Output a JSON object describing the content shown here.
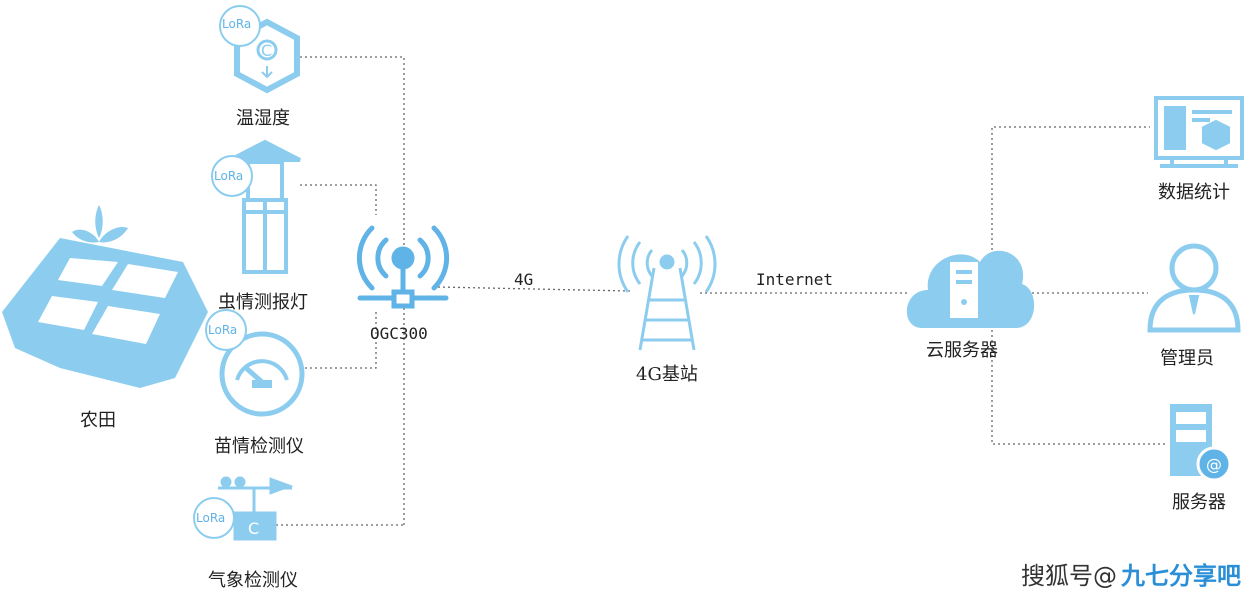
{
  "colors": {
    "icon_blue": "#8ccdef",
    "icon_blue_dark": "#5fb3e6",
    "line": "#666666"
  },
  "devices": {
    "farmland": {
      "label": "农田",
      "icon": "farmland-icon"
    },
    "temp_humidity": {
      "label": "温湿度",
      "badge": "LoRa",
      "icon": "thermometer-hexagon-icon"
    },
    "insect_lamp": {
      "label": "虫情测报灯",
      "badge": "LoRa",
      "icon": "insect-lamp-icon"
    },
    "seedling_monitor": {
      "label": "苗情检测仪",
      "badge": "LoRa",
      "icon": "gauge-icon"
    },
    "weather_monitor": {
      "label": "气象检测仪",
      "badge": "LoRa",
      "icon": "weather-station-icon"
    }
  },
  "gateway": {
    "label": "OGC300",
    "icon": "gateway-antenna-icon"
  },
  "links": {
    "to_base": "4G",
    "to_cloud": "Internet"
  },
  "base_station": {
    "label": "4G基站",
    "icon": "cell-tower-icon"
  },
  "cloud": {
    "label": "云服务器",
    "icon": "cloud-server-icon"
  },
  "clients": {
    "stats": {
      "label": "数据统计",
      "icon": "monitor-icon"
    },
    "admin": {
      "label": "管理员",
      "icon": "admin-user-icon"
    },
    "server": {
      "label": "服务器",
      "icon": "server-icon"
    }
  },
  "watermark": {
    "text": "搜狐号@",
    "logo": "九七分享吧"
  }
}
